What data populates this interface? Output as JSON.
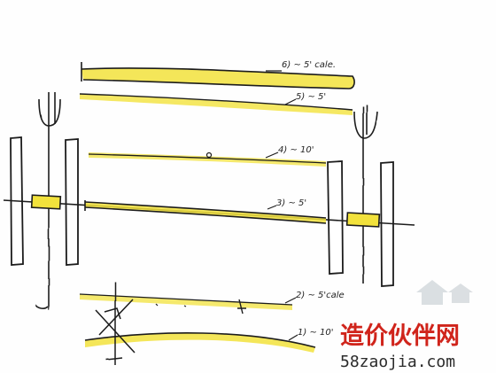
{
  "annotations": [
    "6) ~ 5' cale.",
    "5) ~ 5'",
    "4) ~ 10'",
    "3) ~ 5'",
    "2) ~ 5'cale",
    "1) ~ 10'"
  ],
  "watermark": {
    "cn": "造价伙伴网",
    "url": "58zaojia.com"
  },
  "colors": {
    "highlight": "#f2e23c",
    "ink": "#1c1c1c",
    "watermark_red": "#d0241b"
  }
}
